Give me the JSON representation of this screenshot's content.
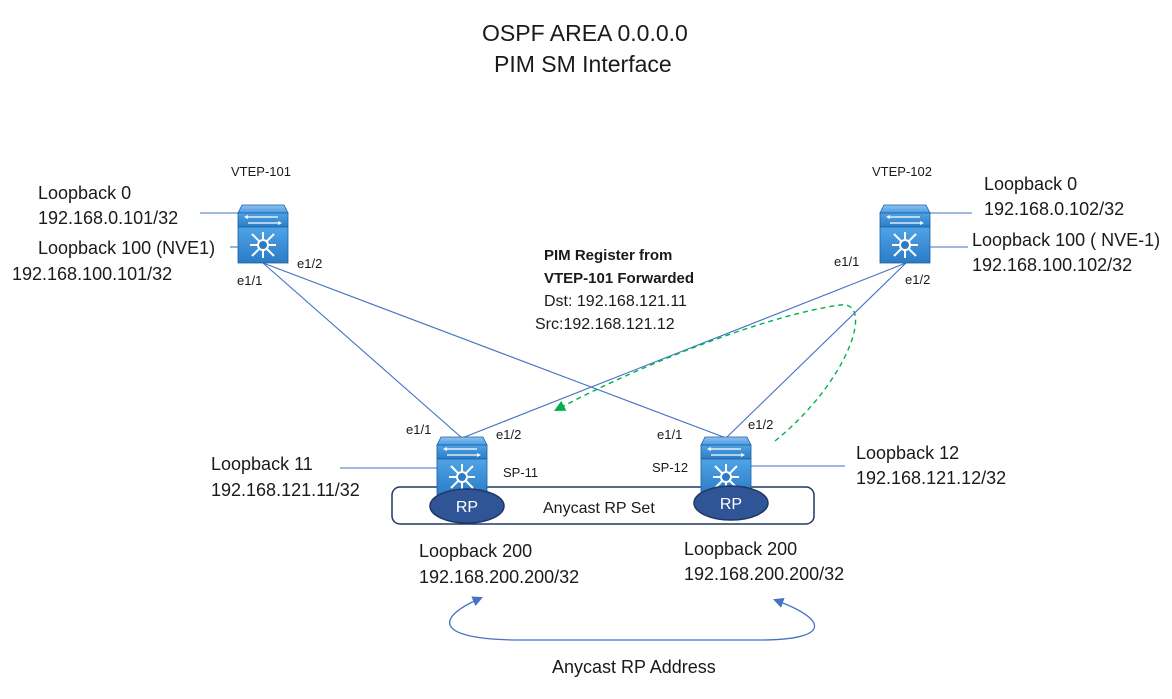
{
  "title": {
    "line1": "OSPF AREA 0.0.0.0",
    "line2": "PIM SM Interface"
  },
  "vtep101": {
    "name": "VTEP-101",
    "lo0_label": "Loopback 0",
    "lo0_addr": "192.168.0.101/32",
    "lo100_label": "Loopback 100 (NVE1)",
    "lo100_addr": "192.168.100.101/32",
    "port_e11": "e1/1",
    "port_e12": "e1/2"
  },
  "vtep102": {
    "name": "VTEP-102",
    "lo0_label": "Loopback 0",
    "lo0_addr": "192.168.0.102/32",
    "lo100_label": "Loopback 100 ( NVE-1)",
    "lo100_addr": "192.168.100.102/32",
    "port_e11": "e1/1",
    "port_e12": "e1/2"
  },
  "sp11": {
    "name": "SP-11",
    "lo_label": "Loopback 11",
    "lo_addr": "192.168.121.11/32",
    "port_e11": "e1/1",
    "port_e12": "e1/2",
    "rp": "RP",
    "lo200_label": "Loopback 200",
    "lo200_addr": "192.168.200.200/32"
  },
  "sp12": {
    "name": "SP-12",
    "lo_label": "Loopback 12",
    "lo_addr": "192.168.121.12/32",
    "port_e11": "e1/1",
    "port_e12": "e1/2",
    "rp": "RP",
    "lo200_label": "Loopback 200",
    "lo200_addr": "192.168.200.200/32"
  },
  "anycast_set": "Anycast RP Set",
  "anycast_address": "Anycast RP Address",
  "pim_register": {
    "line1": "PIM Register from",
    "line2": "VTEP-101 Forwarded",
    "dst": "Dst: 192.168.121.11",
    "src": "Src:192.168.121.12"
  },
  "colors": {
    "link": "#4472c4",
    "device_fill": "#3e8fd6",
    "rp_fill": "#2f5597",
    "rp_stroke": "#1f3864",
    "register_arrow": "#00b050",
    "set_border": "#1f3864"
  },
  "icons": {
    "switch": "nexus-switch-icon"
  }
}
